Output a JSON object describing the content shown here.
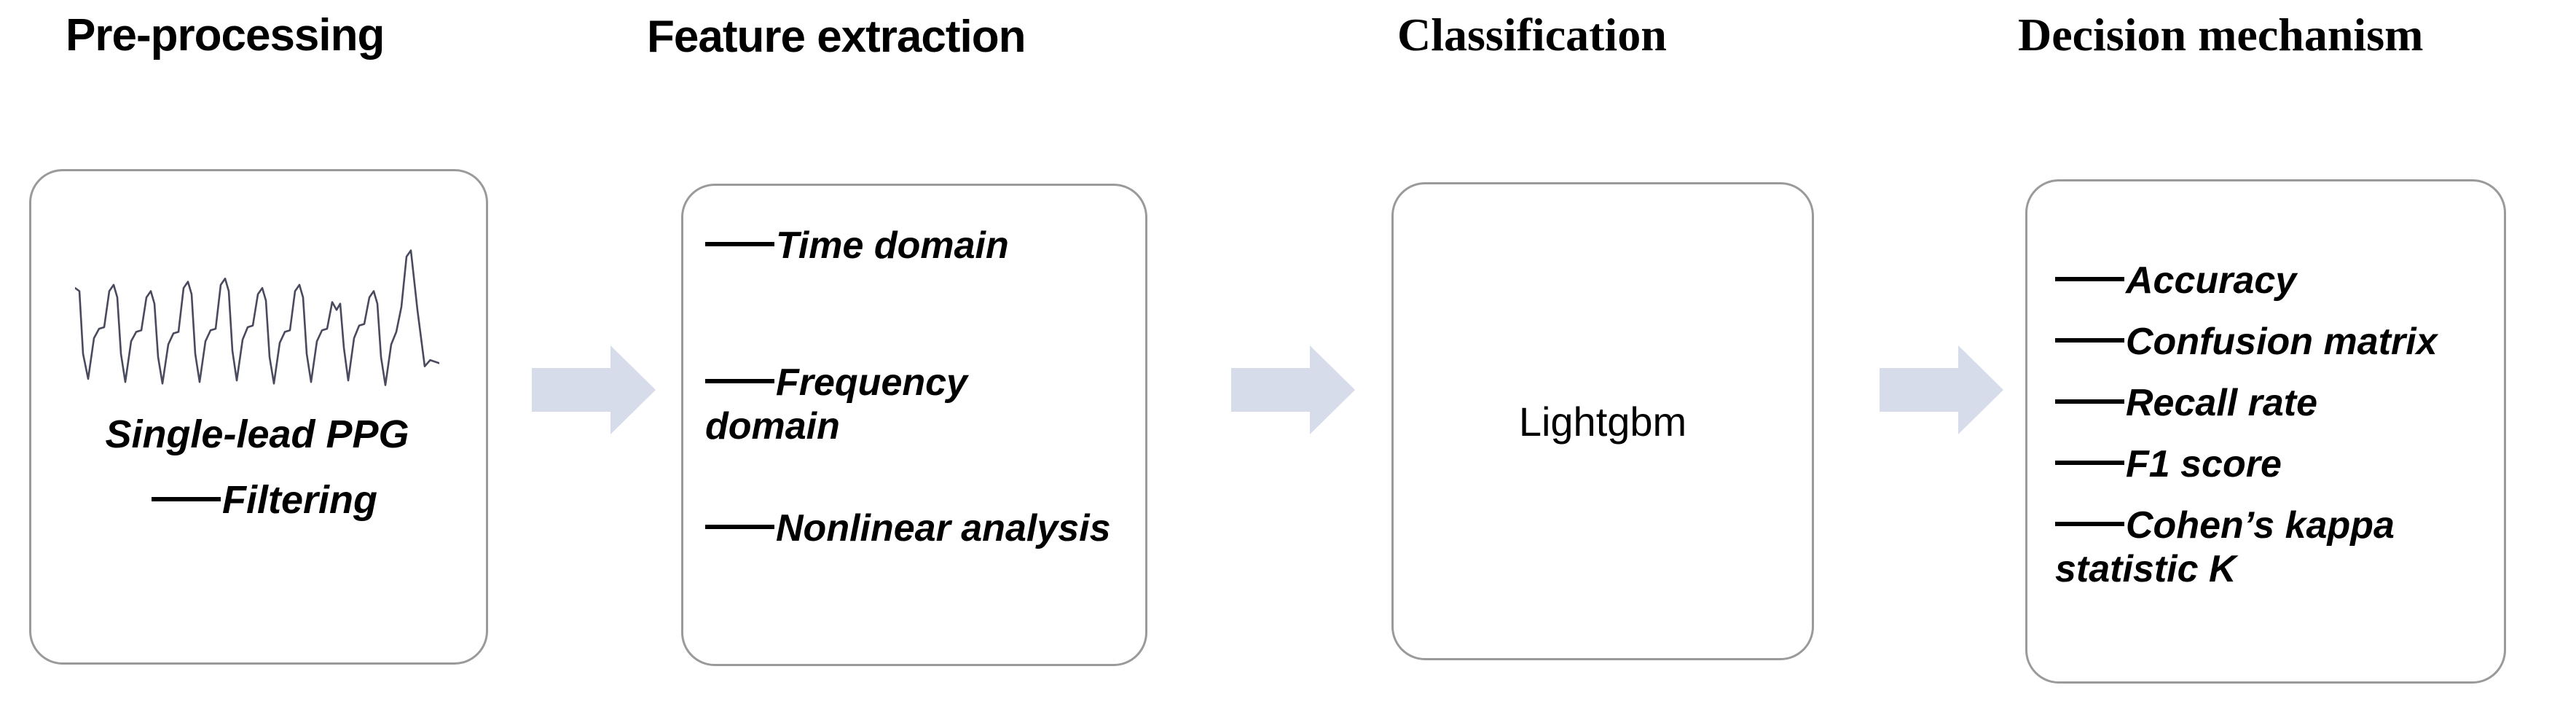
{
  "colors": {
    "arrow_fill": "#d6dcea",
    "box_border": "#9a9a9a",
    "text": "#000000",
    "waveform": "#4a4a5e",
    "background": "#ffffff"
  },
  "stages": [
    {
      "title": "Pre-processing",
      "title_font": "sans",
      "box": {
        "type": "waveform",
        "waveform_caption": "Single-lead PPG",
        "items": [
          "Filtering"
        ],
        "dash_prefix": "——"
      }
    },
    {
      "title": "Feature extraction",
      "title_font": "sans",
      "box": {
        "type": "list",
        "items": [
          "Time domain",
          "Frequency domain",
          "Nonlinear analysis"
        ],
        "dash_prefix": "——"
      }
    },
    {
      "title": "Classification",
      "title_font": "serif",
      "box": {
        "type": "label",
        "label": "Lightgbm"
      }
    },
    {
      "title": "Decision mechanism",
      "title_font": "serif",
      "box": {
        "type": "list",
        "items": [
          "Accuracy",
          "Confusion matrix",
          "Recall rate",
          "F1 score",
          "Cohen’s kappa statistic K"
        ],
        "dash_prefix": "——"
      }
    }
  ],
  "arrows": [
    {
      "name": "arrow-preprocessing-to-feature",
      "direction": "right"
    },
    {
      "name": "arrow-feature-to-classification",
      "direction": "right"
    },
    {
      "name": "arrow-classification-to-decision",
      "direction": "right"
    }
  ],
  "chart_data": {
    "type": "line",
    "title": "Single-lead PPG",
    "xlabel": "",
    "ylabel": "",
    "grid": false,
    "legend": "none",
    "description": "Photoplethysmogram trace showing nine pulse cycles, each with a systolic upstroke, a dicrotic notch on the downslope, and a diastolic shoulder; the ninth beat has a notably larger amplitude.",
    "n_pulses": 9,
    "xlim": [
      0,
      100
    ],
    "ylim": [
      0,
      100
    ],
    "x": [
      0,
      1.2,
      2.2,
      3.6,
      5.2,
      6.6,
      8.0,
      9.4,
      10.6,
      11.6,
      12.6,
      13.8,
      15.4,
      16.8,
      18.2,
      19.6,
      20.8,
      21.8,
      22.8,
      24.0,
      25.6,
      27.0,
      28.4,
      29.8,
      31.0,
      32.0,
      33.0,
      34.2,
      35.8,
      37.2,
      38.6,
      40.0,
      41.2,
      42.2,
      43.2,
      44.4,
      46.0,
      47.4,
      48.8,
      50.2,
      51.4,
      52.4,
      53.4,
      54.6,
      56.2,
      57.6,
      59.0,
      60.4,
      61.6,
      62.6,
      63.6,
      64.8,
      66.4,
      67.8,
      69.2,
      70.6,
      71.8,
      72.8,
      73.8,
      75.0,
      76.6,
      78.0,
      79.4,
      80.8,
      82.0,
      83.0,
      84.0,
      85.2,
      86.8,
      88.2,
      89.6,
      91.0,
      92.2,
      94.0,
      96.0,
      97.5,
      100
    ],
    "y": [
      72,
      70,
      30,
      14,
      40,
      46,
      47,
      70,
      74,
      66,
      30,
      12,
      38,
      44,
      45,
      66,
      70,
      62,
      28,
      11,
      36,
      43,
      44,
      72,
      76,
      68,
      30,
      12,
      38,
      45,
      46,
      74,
      78,
      70,
      32,
      13,
      39,
      47,
      48,
      68,
      72,
      64,
      28,
      11,
      37,
      44,
      45,
      70,
      74,
      66,
      30,
      12,
      38,
      45,
      46,
      63,
      58,
      62,
      34,
      13,
      40,
      48,
      49,
      66,
      70,
      62,
      28,
      10,
      36,
      44,
      60,
      92,
      96,
      58,
      22,
      26,
      24
    ]
  }
}
